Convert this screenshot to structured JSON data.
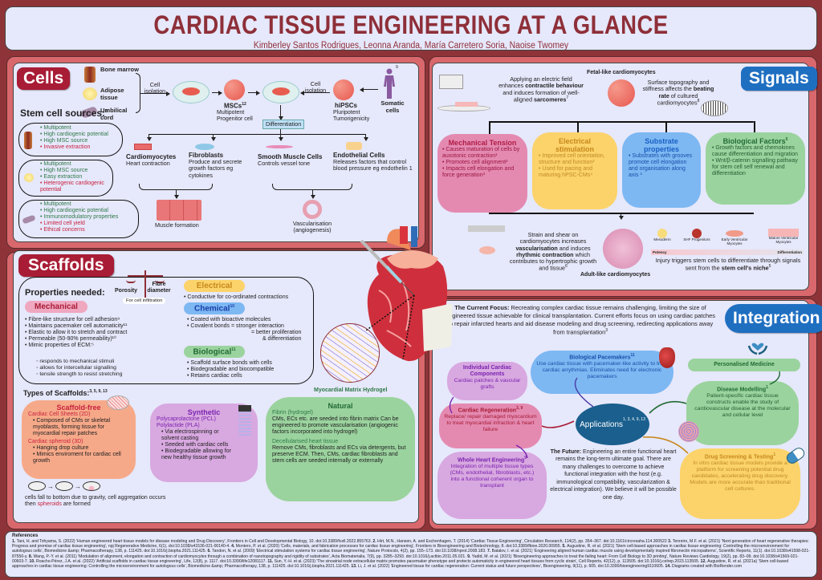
{
  "header": {
    "title": "CARDIAC TISSUE ENGINEERING AT A GLANCE",
    "authors": "Kimberley Santos Rodrigues, Leonna Aranda, María Carretero Soria, Naoise Twomey"
  },
  "colors": {
    "background": "#8e3438",
    "panel_outer": "#d9686d",
    "panel_inner": "#e6e8fb",
    "badge_red": "#a81c35",
    "badge_blue": "#1f6fc1",
    "title": "#8e2f38"
  },
  "cells": {
    "badge": "Cells",
    "sources": [
      {
        "label": "Bone marrow",
        "icon": "bone-marrow-icon"
      },
      {
        "label": "Adipose tissue",
        "icon": "adipose-tissue-icon"
      },
      {
        "label": "Umbilical cord",
        "icon": "umbilical-cord-icon"
      }
    ],
    "cell_isolation_left": "Cell isolation",
    "cell_isolation_right": "Cell isolation",
    "mscs": {
      "title": "MSCs",
      "ref": "12",
      "line1": "Multipotent",
      "line2": "Progenitor cell"
    },
    "hipscs": {
      "title": "hiPSCs",
      "line1": "Pluripotent",
      "line2": "Tumorigenicity"
    },
    "somatic": {
      "title": "Somatic cells",
      "ref": "9"
    },
    "differentiation": "Differentiation",
    "stem_cell_sources_label": "Stem cell sources:",
    "stem_cell_sources_ref": "5",
    "source_props": [
      {
        "pros": [
          "Multipotent",
          "High cardiogenic potential",
          "High MSC source"
        ],
        "neutral": [],
        "cons": [
          "Invasive extraction"
        ]
      },
      {
        "pros": [
          "Multipotent",
          "High MSC source",
          "Easy extraction"
        ],
        "neutral": [],
        "cons": [
          "Heterogenic cardiogenic potential"
        ]
      },
      {
        "pros": [
          "Multipotent",
          "High cardiogenic potential"
        ],
        "neutral": [
          "Immunomodulatory properties"
        ],
        "cons": [
          "Limited cell yield",
          "Ethical concerns"
        ]
      }
    ],
    "cell_types": [
      {
        "title": "Cardiomyocytes",
        "desc": "Heart contraction"
      },
      {
        "title": "Fibroblasts",
        "desc": "Produce and secrete growth factors eg cytokines"
      },
      {
        "title": "Smooth Muscle Cells",
        "desc": "Controls vessel tone"
      },
      {
        "title": "Endothelial Cells",
        "desc": "Releases factors that control blood pressure eg endothelin 1"
      }
    ],
    "muscle_formation": "Muscle formation",
    "vascularisation": "Vascularisation (angiogenesis)"
  },
  "signals": {
    "badge": "Signals",
    "fetal_label": "Fetal-like cardiomyocytes",
    "electric_note": {
      "pre": "Applying an electric field enhances ",
      "b1": "contractile behaviour",
      "mid": " and induces formation of well-aligned ",
      "b2": "sarcomeres",
      "ref": "7"
    },
    "surface_note": {
      "pre": "Surface topography and stiffness affects the ",
      "b1": "beating rate",
      "post": " of cultured cardiomyocytes",
      "ref": "8"
    },
    "factors": [
      {
        "title": "Mechanical Tension",
        "items": [
          "Causes maturation of cells by auxotonic contraction¹",
          "Promotes cell alignment²",
          "Impacts cell elongation and force generation³"
        ]
      },
      {
        "title": "Electrical stimulation",
        "items": [
          "Improved cell orientation, structure and function²",
          "Used for pacing and maturing hPSC-CMs⁴"
        ]
      },
      {
        "title": "Substrate properties",
        "items": [
          "Substrates with grooves promote cell elongation and organisation along axis ³"
        ]
      },
      {
        "title": "Biological Factors",
        "ref": "5",
        "items": [
          "Growth factors and chemokines cause differentiation and migration",
          "Wnt/β-catenin signalling pathway for stem cell self renewal and differentiation"
        ]
      }
    ],
    "strain_note": {
      "pre": "Strain and shear on cardiomyocytes increases ",
      "b1": "vascularisation",
      "mid": " and induces ",
      "b2": "rhythmic contraction",
      "post": " which contributes to hypertrophic growth and tissue",
      "ref": "6"
    },
    "adult_label": "Adult-like cardiomyocytes",
    "stages": [
      "Mesoderm",
      "SHF Progenitors",
      "Early Ventricular Myocytes",
      "Mature Ventricular Myocytes"
    ],
    "potency_label": "Potency",
    "differentiation_label": "Differentiation",
    "injury_note": {
      "pre": "Injury triggers stem cells to differentiate through signals sent from the ",
      "b1": "stem cell's niche",
      "ref": "5"
    }
  },
  "scaffolds": {
    "badge": "Scaffolds",
    "properties_label": "Properties needed:",
    "porosity": "Porosity",
    "fibre_diameter": "Fibre diameter",
    "cell_infiltration": "For cell infiltration",
    "mechanical": {
      "title": "Mechanical",
      "items": [
        "Fibre-like structure for cell adhesion⁹",
        "Maintains pacemaker cell automaticity¹¹",
        "Elastic to allow it to stretch and contract",
        "Permeable (50-90% permeability)¹⁰",
        "Mimic properties of ECM:⁵"
      ],
      "subitems": [
        "responds to mechanical stimuli",
        "allows for intercellular signalling",
        "tensile strength to resist stretching"
      ]
    },
    "electrical": {
      "title": "Electrical",
      "items": [
        "Conductive for co-ordinated contractions"
      ]
    },
    "chemical": {
      "title": "Chemical",
      "ref": "10",
      "items": [
        "Coated with bioactive molecules",
        "Covalent bonds = stronger interaction"
      ],
      "cont": [
        "= better proliferation",
        "& differentiation"
      ]
    },
    "biological": {
      "title": "Biological",
      "ref": "11",
      "items": [
        "Scaffold surface bonds with cells",
        "Biodegradable and biocompatible",
        "Retains cardiac cells"
      ]
    },
    "hydrogel_label": "Myocardial Matrix Hydrogel",
    "types_label": "Types of Scaffolds:",
    "types_ref": "3, 5, 9, 13",
    "scaffold_free": {
      "title": "Scaffold-free",
      "sheets_title": "Cardiac Cell Sheets (2D)",
      "sheets_items": [
        "Composed of CMs or skeletal myoblasts, forming tissue for myocardial repair patches"
      ],
      "spheroid_title": "Cardiac spheroid (3D)",
      "spheroid_items": [
        "Hanging drop culture",
        "Mimics enviroment for cardiac cell growth"
      ],
      "caption_pre": "cells fall to bottom due to gravity, cell aggregation occurs then ",
      "caption_highlight": "spheroids",
      "caption_post": " are formed"
    },
    "synthetic": {
      "title": "Synthetic",
      "materials": [
        "Polycaprolactone (PCL)",
        "Polylactide (PLA)"
      ],
      "items": [
        "Via electrospinning or solvent casting",
        "Seeded with cardiac cells",
        "Biodegradable allowing for new healthy tissue growth"
      ]
    },
    "natural": {
      "title": "Natural",
      "fibrin_title": "Fibrin (hydrogel)",
      "fibrin_text": "CMs, ECs etc. are seeded into fibrin matrix Can be engineered to promote vascularisation (angiogenic factors incorporated into hydrogel)",
      "decell_title": "Decellularised heart tissue",
      "decell_text": "Remove CMs, fibroblasts and ECs via detergents, but preserve ECM. Then, CMs, cardiac fibroblasts and stem cells are seeded internally or externally"
    }
  },
  "integration": {
    "badge": "Integration",
    "focus_label": "The Current Focus:",
    "focus_text": " Recreating complex cardiac tissue remains challenging, limiting the size of engineered tissue achievable for clinical transplantation. Current efforts focus on using cardiac patches to repair infarcted hearts and aid disease modeling and drug screening, redirecting applications away from transplantation",
    "focus_ref": "3",
    "applications_label": "Applications",
    "applications_ref": "1, 3, 4, 9, 13",
    "pacemakers": {
      "title": "Biological Pacemakers",
      "ref": "11",
      "text": "Use cardiac tissue with pacemaker-like activity to treat cardiac arrythmias. Eliminates need for electronic pacemakers"
    },
    "individual": {
      "title": "Individual Cardiac Components",
      "text": "Cardiac patches & vascular grafts"
    },
    "regeneration": {
      "title": "Cardiac Regeneration",
      "ref": "3, 9",
      "text": "Replace/ repair damaged myocardium to treat myocardial infraction & heart failure"
    },
    "whole_heart": {
      "title": "Whole Heart Engineering",
      "ref": "9",
      "text": "Integration of multiple tissue types (CMs, endothelial, fibroblasts, etc.) into a functional coherent organ to transplant"
    },
    "personalised": "Personalised Medicine",
    "disease_modelling": {
      "title": "Disease Modelling",
      "ref": "1",
      "text": "Patient-specific cardiac tissue constructs enable the study of cardiovascular disease at the molecular and cellular level"
    },
    "drug_screening": {
      "title": "Drug Screening & Testing",
      "ref": "1",
      "text": "In vitro cardiac tissue models provide a platform for screening potential drug candidates, accelerating drug discovery. Models are more accurate than traditional cell cultures."
    },
    "future_label": "The Future:",
    "future_text": " Engineering an entire functional heart remains the long-term ultimate goal. There are many challenges to overcome to achieve functional integration with the host (e.g. immunological compatibility, vascularization & electrical integration). We believe it will be possible one day."
  },
  "references": {
    "title": "References",
    "items": [
      {
        "n": "1.",
        "t": "Tani, H. and Tohyama, S. (2022) 'Human engineered heart tissue models for disease modeling and Drug Discovery', Frontiers in Cell and Developmental Biology, 10. doi:10.3389/fcell.2022.855763."
      },
      {
        "n": "2.",
        "t": "Hirt, M.N., Hansen, A. and Eschenhagen, T. (2014) 'Cardiac Tissue Engineering', Circulation Research, 114(2), pp. 354–367. doi:10.1161/circresaha.114.300522"
      },
      {
        "n": "3.",
        "t": "Tenreiro, M.F. et al. (2021) 'Next generation of heart regenerative therapies: Progress and promise of cardiac tissue engineering', npj Regenerative Medicine, 6(1). doi:10.1038/s41536-021-00140-4."
      },
      {
        "n": "4.",
        "t": "Montero, P. et al. (2020) 'Cells, materials, and fabrication processes for cardiac tissue engineering', Frontiers in Bioengineering and Biotechnology, 8. doi:10.3389/fbioe.2020.00955."
      },
      {
        "n": "5.",
        "t": "Augustine, R. et al. (2021) 'Stem cell-based approaches in cardiac tissue engineering: Controlling the microenvironment for autologous cells', Biomedicine &amp; Pharmacotherapy, 138, p. 111425. doi:10.1016/j.biopha.2021.111425."
      },
      {
        "n": "6.",
        "t": "Tandon, N. et al. (2009) 'Electrical stimulation systems for cardiac tissue engineering', Nature Protocols, 4(2), pp. 155–173. doi:10.1038/nprot.2008.183."
      },
      {
        "n": "7.",
        "t": "Batalov, I. et al. (2021) 'Engineering aligned human cardiac muscle using developmentally inspired fibronectin micropatterns', Scientific Reports, 11(1). doi:10.1038/s41598-021-87550-y."
      },
      {
        "n": "8.",
        "t": "Wang, P.-Y. et al. (2011) 'Modulation of alignment, elongation and contraction of cardiomyocytes through a combination of nanotopography and rigidity of substrates', Acta Biomaterialia, 7(9), pp. 3285–3293. doi:10.1016/j.actbio.2011.05.021."
      },
      {
        "n": "9.",
        "t": "Yadid, M. et al. (2021) 'Bioengineering approaches to treat the failing heart: From Cell Biology to 3D printing', Nature Reviews Cardiology, 19(2), pp. 83–99. doi:10.1038/s41569-021-00603-7."
      },
      {
        "n": "10.",
        "t": "Roacho-Pérez, J.A. et al. (2022) 'Artificial scaffolds in cardiac tissue engineering', Life, 12(8), p. 1117. doi:10.3390/life12081117."
      },
      {
        "n": "11.",
        "t": "Sun, Y.-H. et al. (2023) 'The sinoatrial node extracellular matrix promotes pacemaker phenotype and protects automaticity in engineered heart tissues from cyclic strain', Cell Reports, 42(12), p. 113505. doi:10.1016/j.celrep.2023.113505."
      },
      {
        "n": "12.",
        "t": "Augustine, R. et al. (2021a) 'Stem cell-based approaches in cardiac tissue engineering: Controlling the microenvironment for autologous cells', Biomedicine &amp; Pharmacotherapy, 138, p. 111425. doi:10.1016/j.biopha.2021.111425."
      },
      {
        "n": "13.",
        "t": "Li, J. et al. (2022) 'Engineered tissue for cardiac regeneration: Current status and future perspectives', Bioengineering, 9(11), p. 605. doi:10.3390/bioengineering9110605."
      },
      {
        "n": "14.",
        "t": "Diagrams created with BioRender.com"
      }
    ]
  }
}
